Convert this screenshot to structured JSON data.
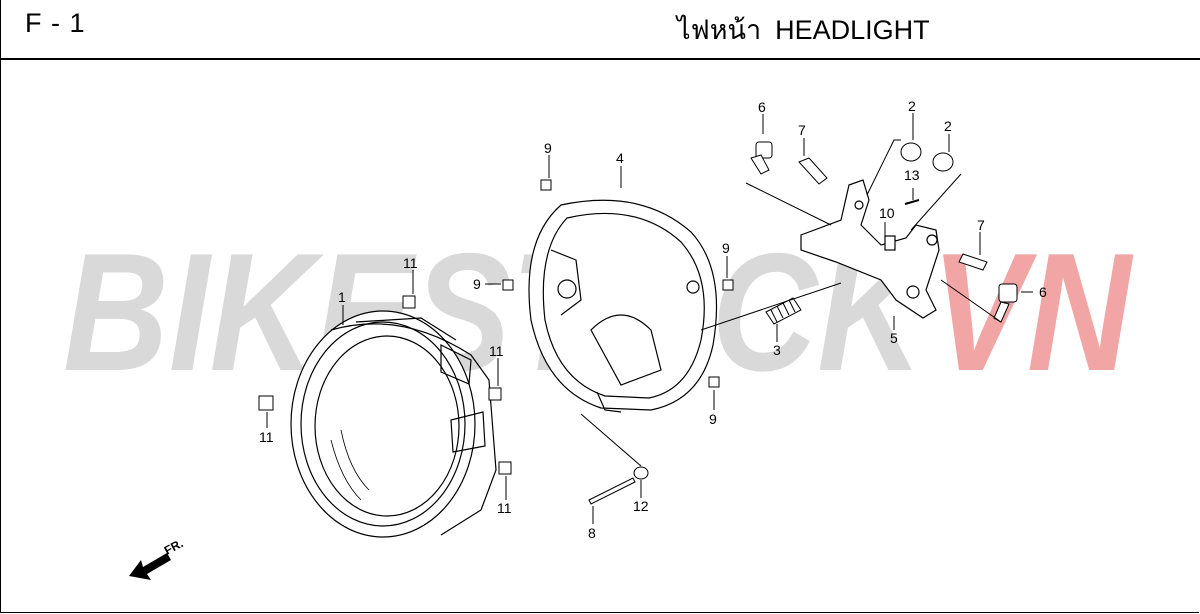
{
  "header": {
    "page_code": "F - 1",
    "title_thai": "ไฟหน้า",
    "title_en": "HEADLIGHT"
  },
  "watermark": {
    "text_main": "BIKESTOCK",
    "text_accent": "VN",
    "color_main": "#d9d9d9",
    "color_accent": "#f2a5a5"
  },
  "direction_label": "FR.",
  "callouts": [
    "1",
    "2",
    "2",
    "3",
    "4",
    "5",
    "6",
    "6",
    "7",
    "7",
    "8",
    "9",
    "9",
    "9",
    "9",
    "10",
    "11",
    "11",
    "11",
    "11",
    "12",
    "13"
  ]
}
